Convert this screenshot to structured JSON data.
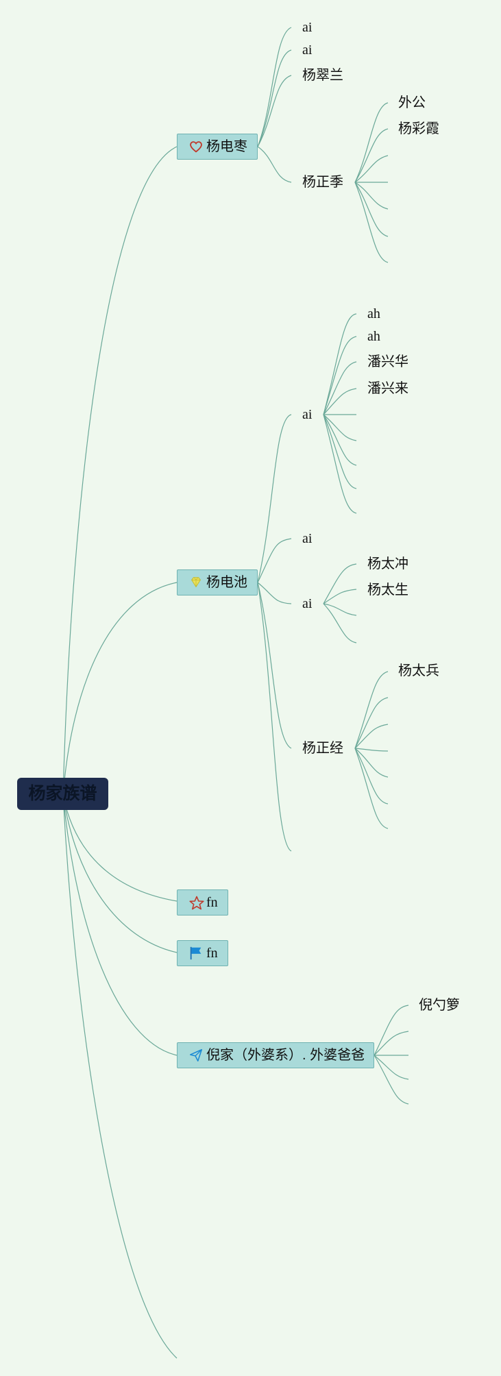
{
  "root": {
    "label": "杨家族谱"
  },
  "branches": [
    {
      "label": "杨电枣",
      "icon": "heart-icon",
      "children": [
        {
          "label": "ai"
        },
        {
          "label": "ai"
        },
        {
          "label": "杨翠兰"
        },
        {
          "label": "杨正季",
          "children": [
            {
              "label": "外公"
            },
            {
              "label": "杨彩霞"
            }
          ]
        }
      ]
    },
    {
      "label": "杨电池",
      "icon": "gem-icon",
      "children": [
        {
          "label": "ai",
          "children": [
            {
              "label": "ah"
            },
            {
              "label": "ah"
            },
            {
              "label": "潘兴华"
            },
            {
              "label": "潘兴来"
            }
          ]
        },
        {
          "label": "ai"
        },
        {
          "label": "ai",
          "children": [
            {
              "label": "杨太冲"
            },
            {
              "label": "杨太生"
            }
          ]
        },
        {
          "label": "杨正经",
          "children": [
            {
              "label": "杨太兵"
            }
          ]
        }
      ]
    },
    {
      "label": "fn",
      "icon": "star-icon"
    },
    {
      "label": "fn",
      "icon": "flag-icon"
    },
    {
      "label": "倪家（外婆系）. 外婆爸爸",
      "icon": "paper-plane-icon",
      "children": [
        {
          "label": "倪勺箩"
        }
      ]
    }
  ],
  "colors": {
    "background": "#eff8ee",
    "line": "#6aa898",
    "root_fill": "#1f2d4d",
    "branch_fill": "#a9dad9",
    "branch_border": "#6fb2b1"
  }
}
